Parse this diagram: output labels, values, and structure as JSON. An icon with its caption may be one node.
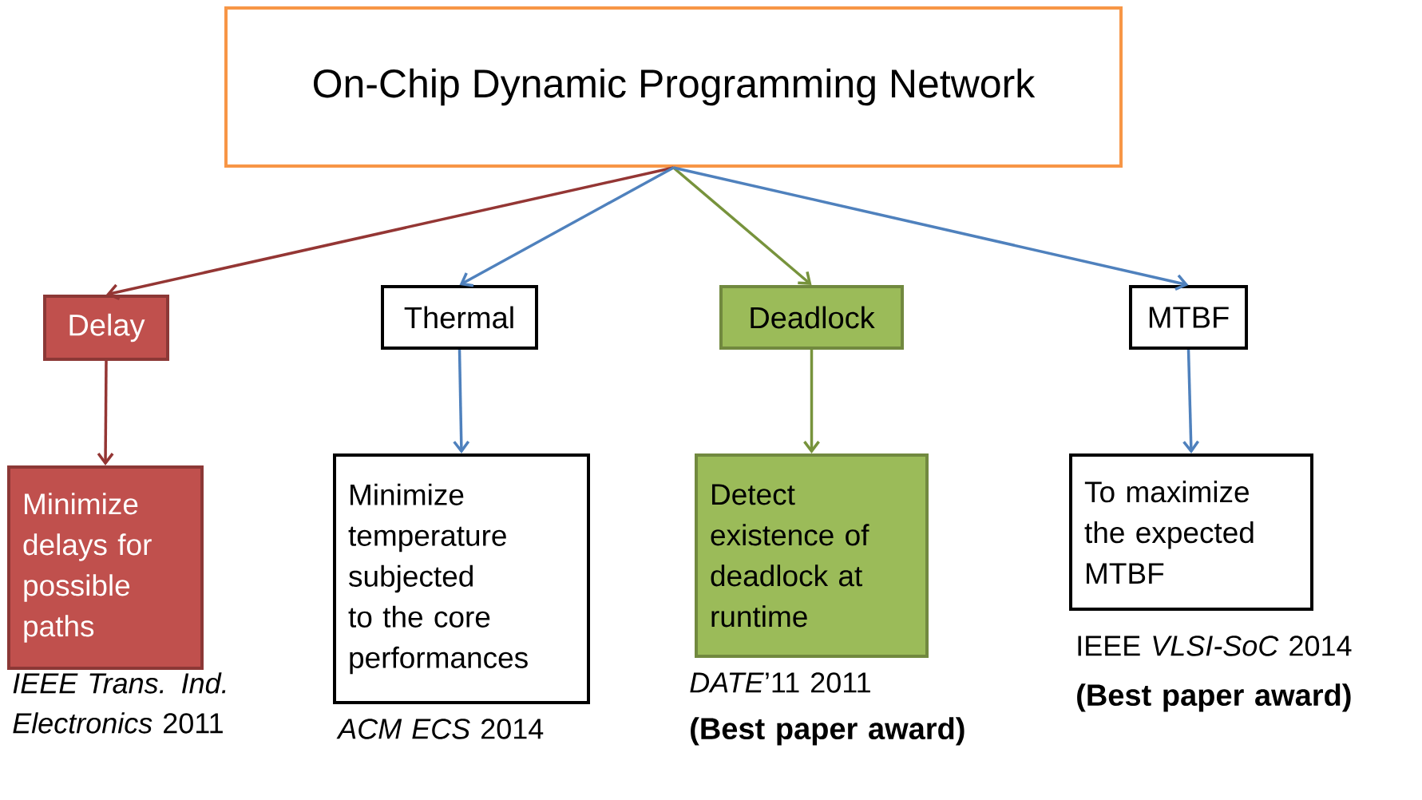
{
  "diagram": {
    "nodes": [
      {
        "text": [
          "On-Chip Dynamic Programming Network"
        ]
      },
      {
        "text": [
          "Delay"
        ]
      },
      {
        "text": [
          "Thermal"
        ]
      },
      {
        "text": [
          "Deadlock"
        ]
      },
      {
        "text": [
          "MTBF"
        ]
      },
      {
        "text": [
          "Minimize delays for possible paths"
        ],
        "beside": [
          "*IEEE Trans. Ind. Electronics* 2011"
        ]
      },
      {
        "text": [
          "Minimize temperature subjected to the core performances"
        ],
        "beside": [
          "*ACM ECS* 2014"
        ]
      },
      {
        "text": [
          "Detect existence of deadlock at runtime"
        ],
        "beside": [
          "*DATE*’11 2011",
          "(Best paper award)"
        ]
      },
      {
        "text": [
          "To maximize the expected MTBF"
        ],
        "beside": [
          "IEEE *VLSI-SoC* 2014",
          "(Best paper award)"
        ]
      }
    ],
    "edges": [
      {
        "from": 0,
        "to": 1,
        "arrow": "to",
        "color": "#943634"
      },
      {
        "from": 0,
        "to": 2,
        "arrow": "to",
        "color": "#4f81bd"
      },
      {
        "from": 0,
        "to": 3,
        "arrow": "to",
        "color": "#77933c"
      },
      {
        "from": 0,
        "to": 4,
        "arrow": "to",
        "color": "#4f81bd"
      },
      {
        "from": 1,
        "to": 5,
        "arrow": "to",
        "color": "#943634"
      },
      {
        "from": 2,
        "to": 6,
        "arrow": "to",
        "color": "#4f81bd"
      },
      {
        "from": 3,
        "to": 7,
        "arrow": "to",
        "color": "#77933c"
      },
      {
        "from": 4,
        "to": 8,
        "arrow": "to",
        "color": "#4f81bd"
      }
    ]
  }
}
